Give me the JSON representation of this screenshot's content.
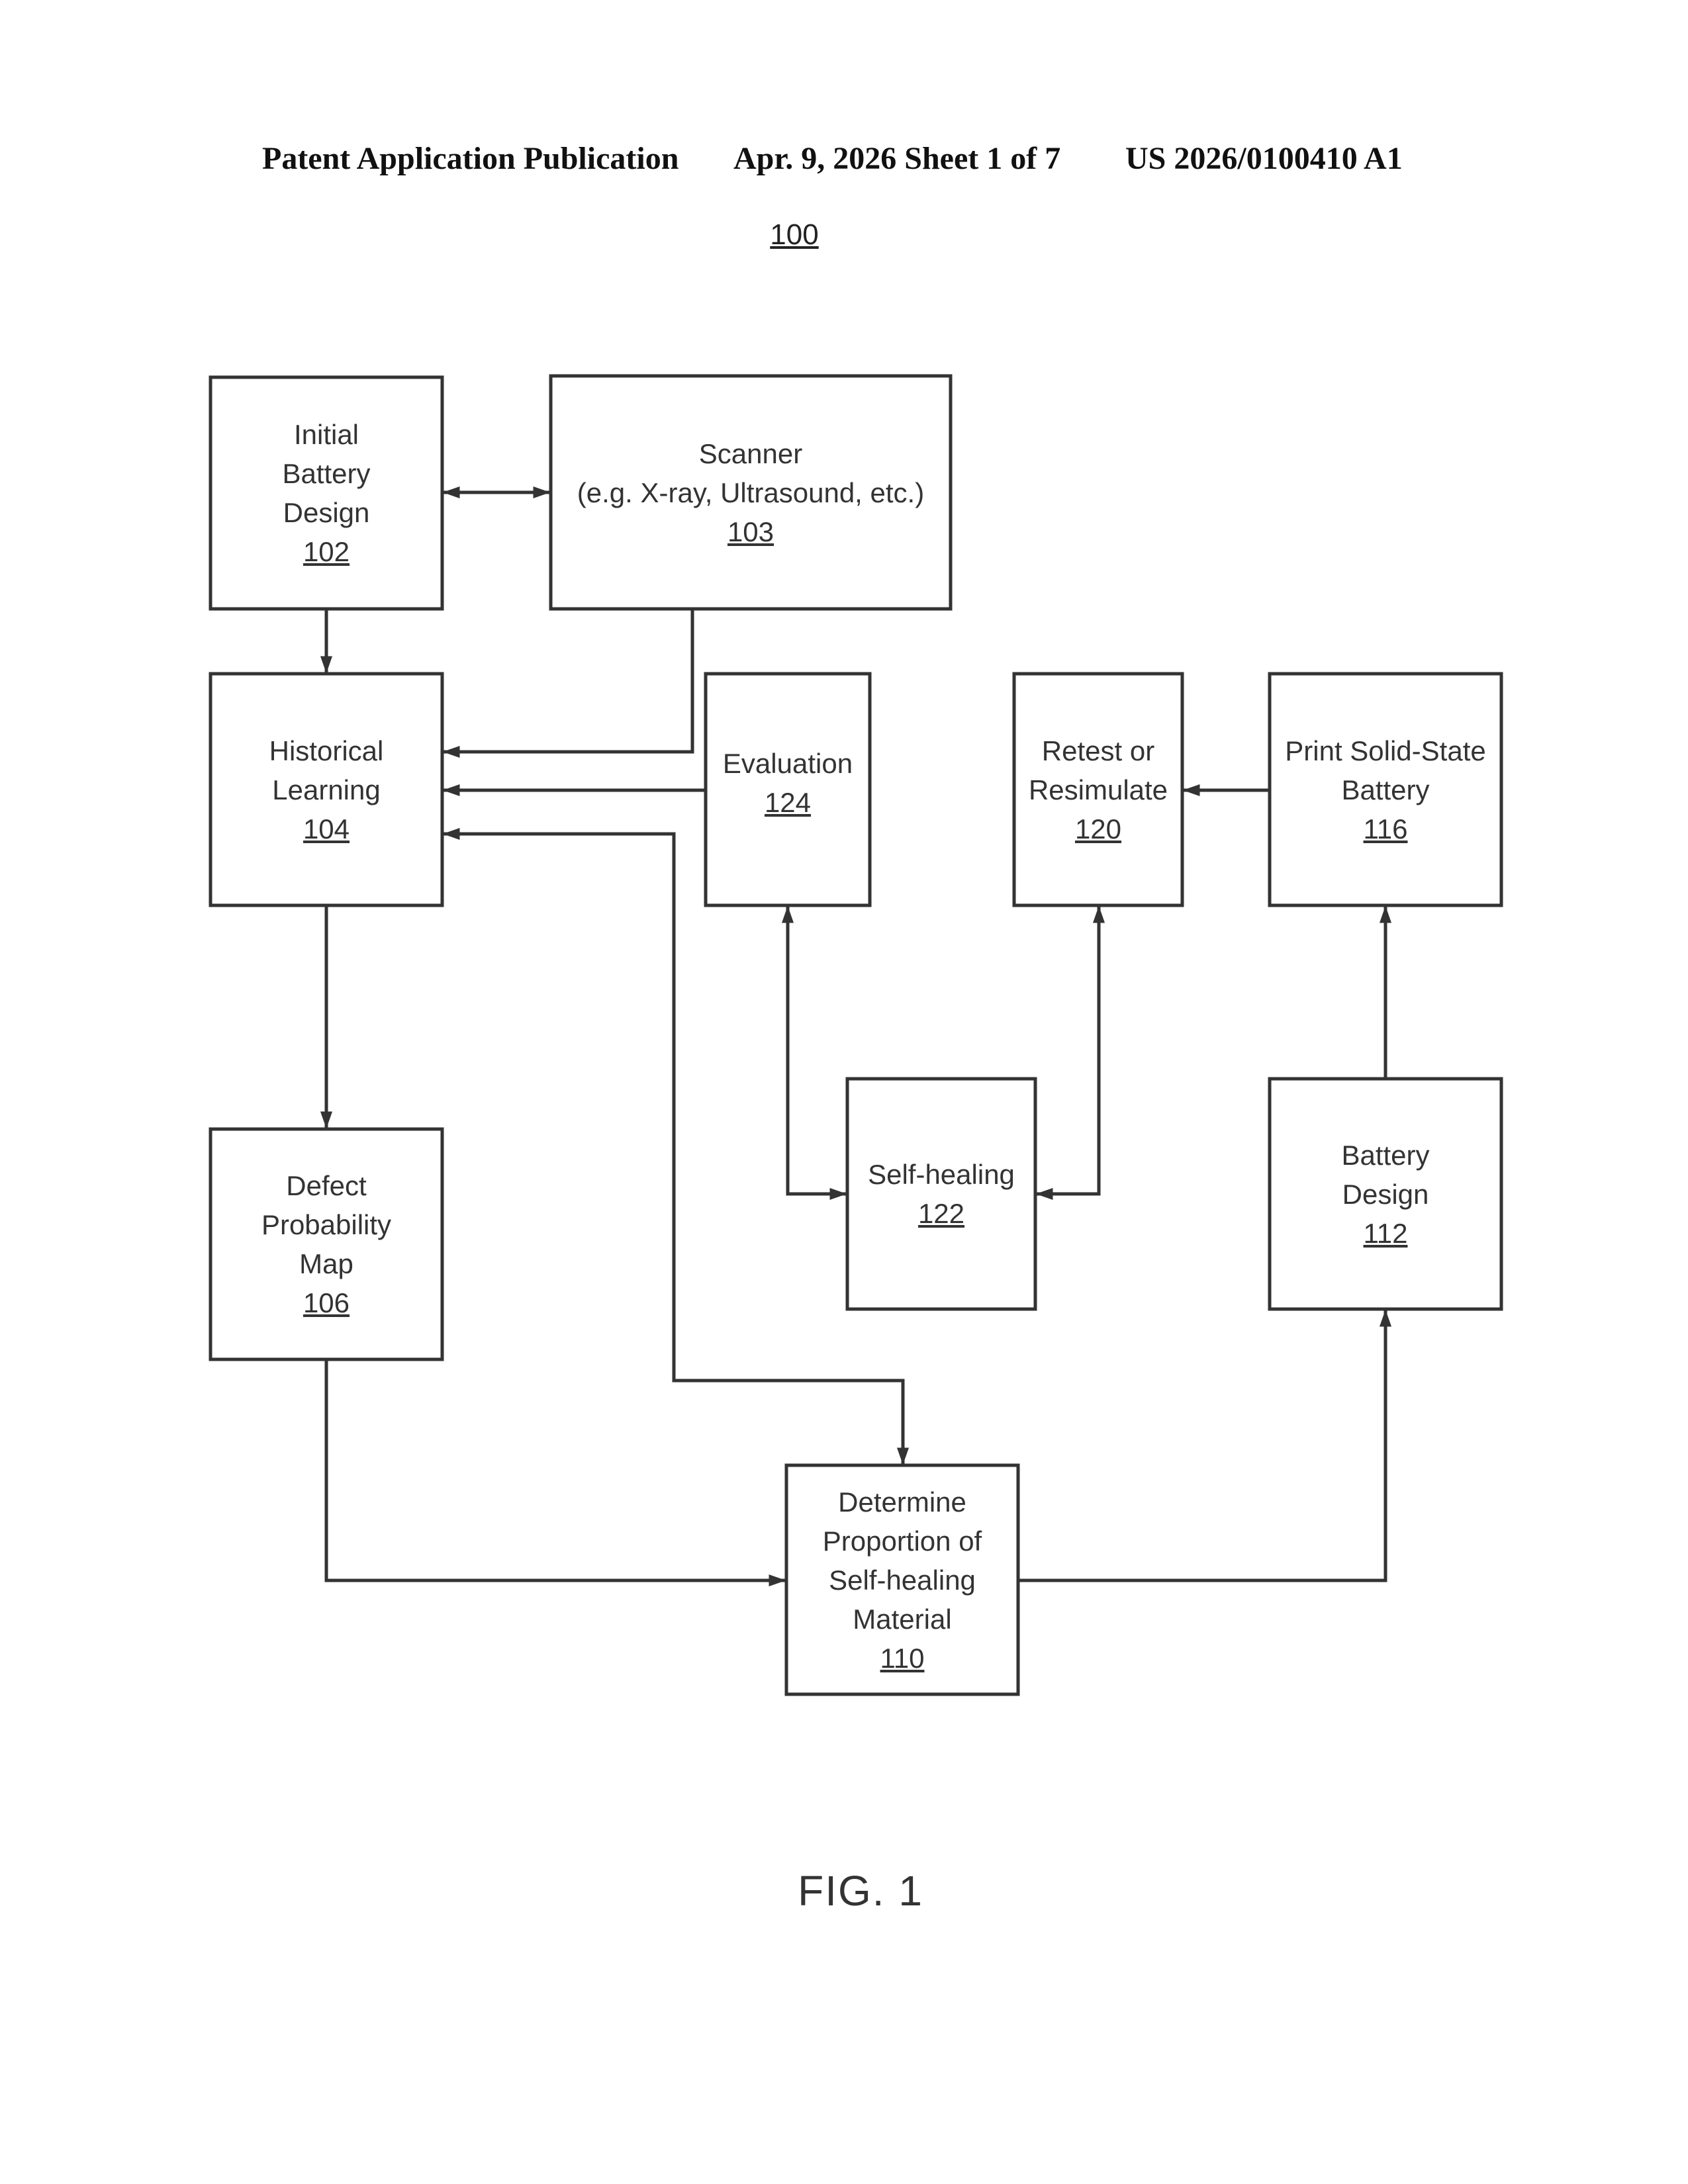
{
  "header": {
    "publication": "Patent Application Publication",
    "date_sheet": "Apr. 9, 2026  Sheet 1 of 7",
    "number": "US 2026/0100410 A1"
  },
  "figure_number": "100",
  "caption": "FIG. 1",
  "boxes": {
    "b102": {
      "lines": [
        "Initial",
        "Battery",
        "Design"
      ],
      "ref": "102"
    },
    "b103": {
      "lines": [
        "Scanner",
        "(e.g. X-ray, Ultrasound, etc.)"
      ],
      "ref": "103"
    },
    "b104": {
      "lines": [
        "Historical",
        "Learning"
      ],
      "ref": "104"
    },
    "b124": {
      "lines": [
        "Evaluation"
      ],
      "ref": "124"
    },
    "b120": {
      "lines": [
        "Retest or",
        "Resimulate"
      ],
      "ref": "120"
    },
    "b116": {
      "lines": [
        "Print Solid-State",
        "Battery"
      ],
      "ref": "116"
    },
    "b106": {
      "lines": [
        "Defect",
        "Probability",
        "Map"
      ],
      "ref": "106"
    },
    "b122": {
      "lines": [
        "Self-healing"
      ],
      "ref": "122"
    },
    "b112": {
      "lines": [
        "Battery",
        "Design"
      ],
      "ref": "112"
    },
    "b110": {
      "lines": [
        "Determine",
        "Proportion of",
        "Self-healing",
        "Material"
      ],
      "ref": "110"
    }
  }
}
